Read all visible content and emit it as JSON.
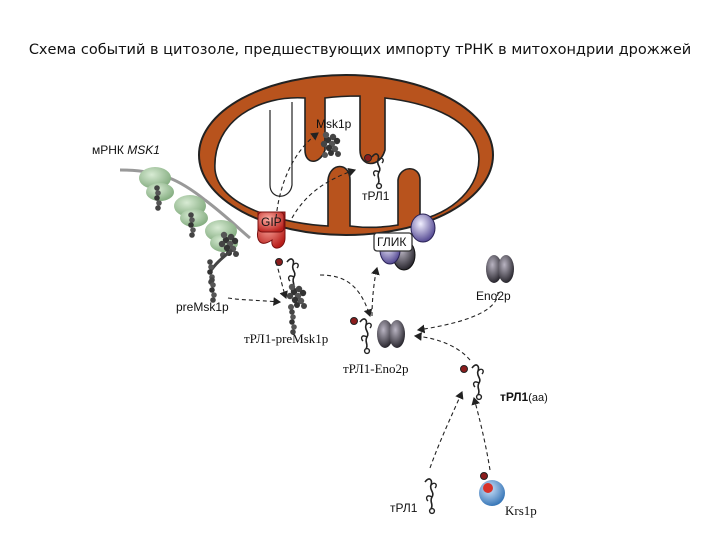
{
  "title": "Схема событий в цитозоле, предшествующих импорту тРНК в митохондрии дрожжей",
  "labels": {
    "mrna_prefix": "мРНК ",
    "mrna_gene": "MSK1",
    "msk1p": "Msk1p",
    "trl1_inside": "тРЛ1",
    "gip": "GIP",
    "glik": "ГЛИК",
    "premsk1p": "preMsk1p",
    "trl1_premsk1p": "тРЛ1-preMsk1p",
    "eno2p": "Eno2p",
    "trl1_eno2p": "тРЛ1-Eno2p",
    "trl1_aa": "тРЛ1",
    "trl1_aa_suffix": "(aa)",
    "trl1_bottom": "тРЛ1",
    "krs1p": "Krs1p"
  },
  "colors": {
    "mitochondrion": "#b8531d",
    "ribosome": "#9fc49b",
    "gip": "#d8322a",
    "glik": "#5a4f9c",
    "eno2p": "#35323d",
    "krs1p": "#2d6fb3"
  }
}
